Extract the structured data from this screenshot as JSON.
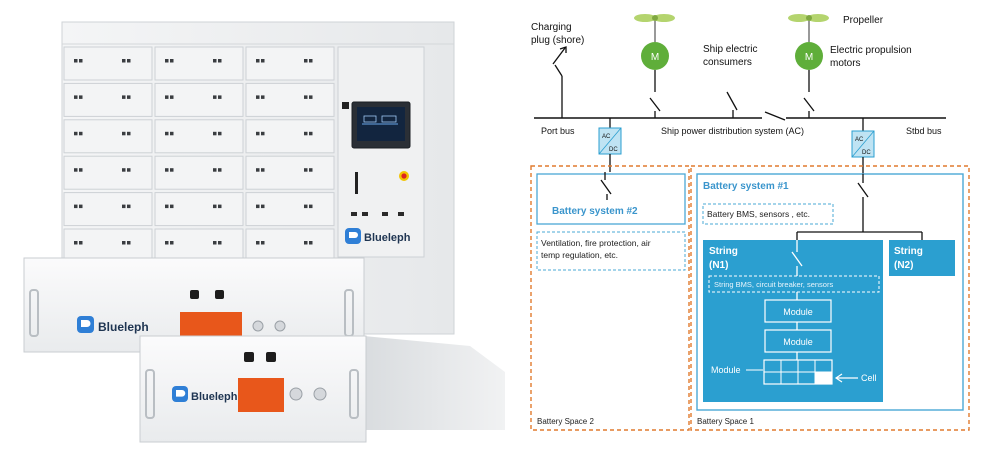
{
  "brand": {
    "name": "Blueleph",
    "accent": "#2f7fd6",
    "terminal_color": "#e8571b"
  },
  "diagram": {
    "colors": {
      "space_border": "#e07a2e",
      "battery_fill": "#2b9fd0",
      "battery_outline": "#4aa8d6",
      "header_text": "#3a95cc",
      "motor": "#5fae3a",
      "propeller": "#b4d46e"
    },
    "labels": {
      "charging_plug": [
        "Charging",
        "plug (shore)"
      ],
      "ship_consumers": [
        "Ship electric",
        "consumers"
      ],
      "propeller": "Propeller",
      "propulsion_motors": [
        "Electric propulsion",
        "motors"
      ],
      "motor_symbol": "M",
      "port_bus": "Port bus",
      "distribution": "Ship power distribution system (AC)",
      "stbd_bus": "Stbd bus",
      "converter_top": "AC",
      "converter_bottom": "DC",
      "battery_system_2": "Battery system #2",
      "battery_system_1": "Battery system #1",
      "bms_sensors": "Battery BMS, sensors , etc.",
      "ventilation": [
        "Ventilation, fire protection, air",
        "temp regulation, etc."
      ],
      "string_n1": [
        "String",
        "(N1)"
      ],
      "string_n2": [
        "String",
        "(N2)"
      ],
      "string_bms": "String BMS, circuit breaker, sensors",
      "module_a": "Module",
      "module_b": "Module",
      "module_row": "Module",
      "cell": "Cell",
      "battery_space_2": "Battery Space 2",
      "battery_space_1": "Battery Space 1"
    }
  }
}
